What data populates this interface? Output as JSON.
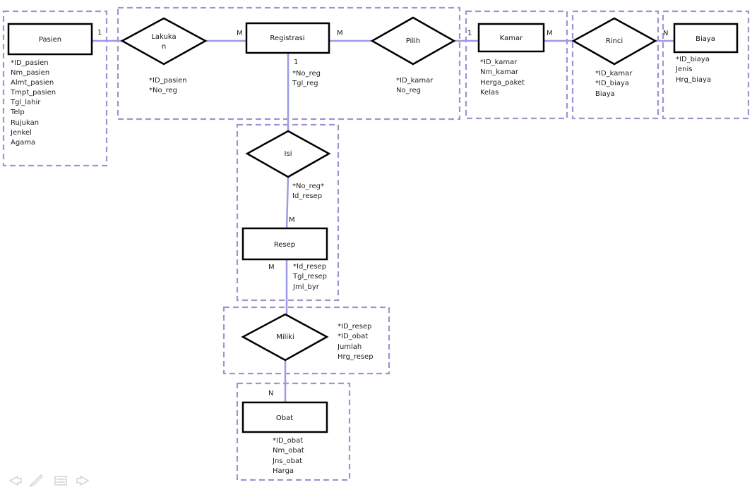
{
  "entities": {
    "pasien": {
      "name": "Pasien",
      "attrs": [
        "*ID_pasien",
        "Nm_pasien",
        "Almt_pasien",
        "Tmpt_pasien",
        "Tgl_lahir",
        "Telp",
        "Rujukan",
        "Jenkel",
        "Agama"
      ]
    },
    "registrasi": {
      "name": "Registrasi",
      "attrs": [
        "*No_reg",
        "Tgl_reg"
      ]
    },
    "kamar": {
      "name": "Kamar",
      "attrs": [
        "*ID_kamar",
        "Nm_kamar",
        "Herga_paket",
        "Kelas"
      ]
    },
    "biaya": {
      "name": "Biaya",
      "attrs": [
        "*ID_biaya",
        "Jenis",
        "Hrg_biaya"
      ]
    },
    "resep": {
      "name": "Resep",
      "attrs": [
        "*Id_resep",
        "Tgl_resep",
        "Jml_byr"
      ]
    },
    "obat": {
      "name": "Obat",
      "attrs": [
        "*ID_obat",
        "Nm_obat",
        "Jns_obat",
        "Harga"
      ]
    }
  },
  "relationships": {
    "lakukan": {
      "name_line1": "Lakuka",
      "name_line2": "n",
      "attrs": [
        "*ID_pasien",
        "*No_reg"
      ]
    },
    "pilih": {
      "name": "Pilih",
      "attrs": [
        "*ID_kamar",
        "No_reg"
      ]
    },
    "rinci": {
      "name": "Rinci",
      "attrs": [
        "*ID_kamar",
        "*ID_biaya",
        "Biaya"
      ]
    },
    "isi": {
      "name": "Isi",
      "attrs": [
        "*No_reg*",
        "Id_resep"
      ]
    },
    "miliki": {
      "name": "Miliki",
      "attrs": [
        "*ID_resep",
        "*ID_obat",
        "Jumlah",
        "Hrg_resep"
      ]
    }
  },
  "cardinalities": {
    "pasien_lakukan": "1",
    "lakukan_registrasi": "M",
    "registrasi_pilih": "M",
    "pilih_kamar": "1",
    "kamar_rinci": "M",
    "rinci_biaya": "N",
    "registrasi_isi": "1",
    "isi_resep": "M",
    "resep_miliki": "M",
    "miliki_obat": "N"
  },
  "toolbar_icons": [
    "back-arrow-icon",
    "pen-icon",
    "menu-icon",
    "forward-arrow-icon"
  ]
}
